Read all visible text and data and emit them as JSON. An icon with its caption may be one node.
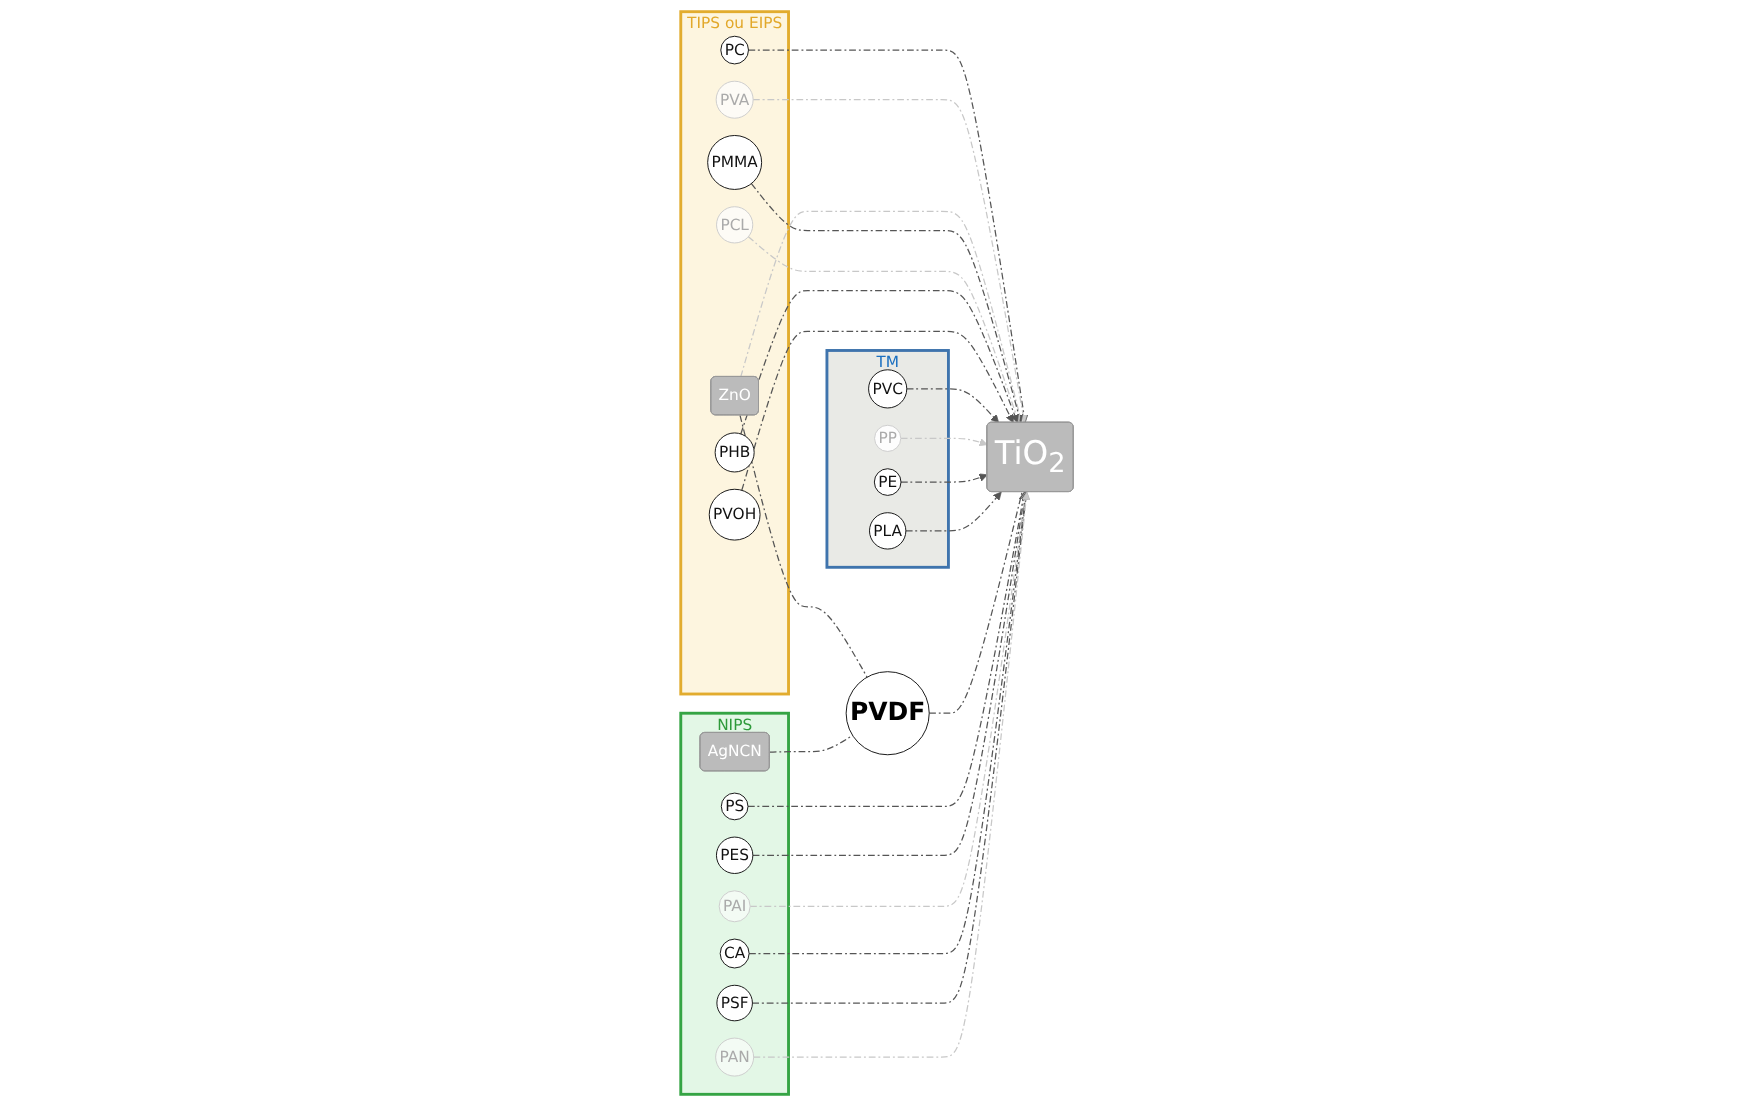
{
  "diagram": {
    "nodes": [
      {
        "text": [
          "TIPS ou EIPS"
        ]
      },
      {
        "text": [
          "PC"
        ],
        "in": 0
      },
      {
        "text": [
          "PVA"
        ],
        "in": 0
      },
      {
        "text": [
          "ZnO"
        ],
        "in": 0
      },
      {
        "text": [
          "PMMA"
        ],
        "in": 0
      },
      {
        "text": [
          "PCL"
        ],
        "in": 0
      },
      {
        "text": [
          "PHB"
        ],
        "in": 0
      },
      {
        "text": [
          "PVOH"
        ],
        "in": 0
      },
      {
        "text": [
          "TM"
        ]
      },
      {
        "text": [
          "PVC"
        ],
        "in": 8
      },
      {
        "text": [
          "PP"
        ],
        "in": 8
      },
      {
        "text": [
          "PE"
        ],
        "in": 8
      },
      {
        "text": [
          "PLA"
        ],
        "in": 8
      },
      {
        "text": [
          "PVDF"
        ]
      },
      {
        "text": [
          "TiO$_{2}$"
        ]
      },
      {
        "text": [
          "NIPS"
        ]
      },
      {
        "text": [
          "AgNCN"
        ],
        "in": 15
      },
      {
        "text": [
          "PS"
        ],
        "in": 15
      },
      {
        "text": [
          "PES"
        ],
        "in": 15
      },
      {
        "text": [
          "PAI"
        ],
        "in": 15
      },
      {
        "text": [
          "CA"
        ],
        "in": 15
      },
      {
        "text": [
          "PSF"
        ],
        "in": 15
      },
      {
        "text": [
          "PAN"
        ],
        "in": 15
      }
    ],
    "edges": [
      {
        "from": 1,
        "to": 14,
        "arrow": "to",
        "style": "dashed"
      },
      {
        "from": 2,
        "to": 14,
        "arrow": "to",
        "style": "dashed",
        "color": "#c8c8c8"
      },
      {
        "from": 3,
        "to": 14,
        "arrow": "to",
        "style": "dashed",
        "color": "#c8c8c8"
      },
      {
        "from": 3,
        "to": 13,
        "arrow": "none",
        "style": "dashed"
      },
      {
        "from": 4,
        "to": 14,
        "arrow": "to",
        "style": "dashed"
      },
      {
        "from": 5,
        "to": 14,
        "arrow": "to",
        "style": "dashed",
        "color": "#c8c8c8"
      },
      {
        "from": 6,
        "to": 14,
        "arrow": "to",
        "style": "dashed"
      },
      {
        "from": 7,
        "to": 14,
        "arrow": "to",
        "style": "dashed"
      },
      {
        "from": 9,
        "to": 14,
        "arrow": "to",
        "style": "dashed"
      },
      {
        "from": 10,
        "to": 14,
        "arrow": "to",
        "style": "dashed",
        "color": "#c8c8c8"
      },
      {
        "from": 11,
        "to": 14,
        "arrow": "to",
        "style": "dashed"
      },
      {
        "from": 12,
        "to": 14,
        "arrow": "to",
        "style": "dashed"
      },
      {
        "from": 13,
        "to": 14,
        "arrow": "none",
        "style": "dashed"
      },
      {
        "from": 16,
        "to": 13,
        "arrow": "none",
        "style": "dashed"
      },
      {
        "from": 17,
        "to": 14,
        "arrow": "to",
        "style": "dashed"
      },
      {
        "from": 18,
        "to": 14,
        "arrow": "to",
        "style": "dashed"
      },
      {
        "from": 19,
        "to": 14,
        "arrow": "to",
        "style": "dashed",
        "color": "#c8c8c8"
      },
      {
        "from": 20,
        "to": 14,
        "arrow": "to",
        "style": "dashed"
      },
      {
        "from": 21,
        "to": 14,
        "arrow": "to",
        "style": "dashed"
      },
      {
        "from": 22,
        "to": 14,
        "arrow": "to",
        "style": "dashed",
        "color": "#c8c8c8"
      }
    ]
  }
}
